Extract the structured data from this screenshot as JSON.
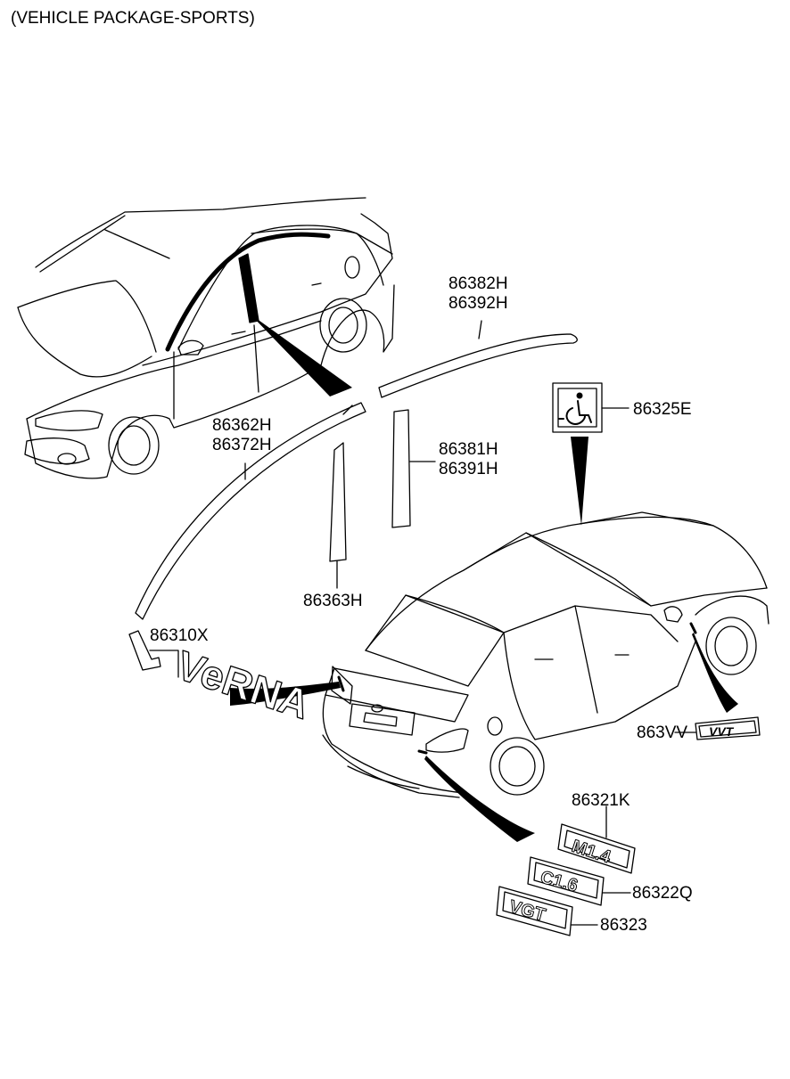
{
  "header": {
    "title": "(VEHICLE PACKAGE-SPORTS)"
  },
  "callouts": {
    "p86382H": "86382H",
    "p86392H": "86392H",
    "p86325E": "86325E",
    "p86362H": "86362H",
    "p86372H": "86372H",
    "p86381H": "86381H",
    "p86391H": "86391H",
    "p86363H": "86363H",
    "p86310X": "86310X",
    "p863VV": "863VV",
    "p86321K": "86321K",
    "p86322Q": "86322Q",
    "p86323": "86323"
  },
  "emblems": {
    "verna": "VeRNA",
    "vvt": "VVT",
    "m14": "M1.4",
    "c16": "C1.6",
    "vgt": "VGT"
  },
  "icons": {
    "disabled_badge": "wheelchair-icon"
  }
}
